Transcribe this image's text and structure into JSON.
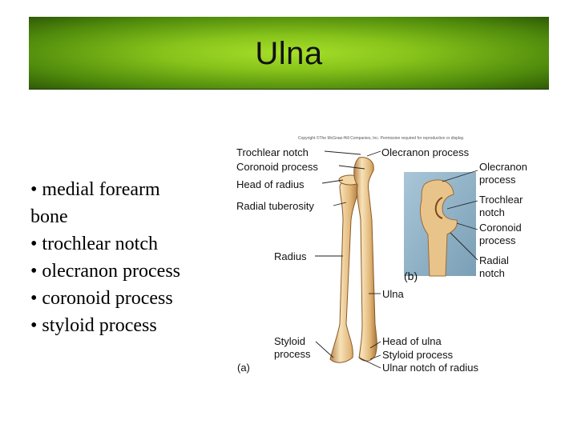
{
  "slide": {
    "title": "Ulna",
    "bullets": [
      "• medial forearm",
      "bone",
      "• trochlear notch",
      "• olecranon process",
      "• coronoid process",
      "• styloid process"
    ]
  },
  "figure": {
    "copyright": "Copyright ©The McGraw-Hill Companies, Inc. Permission required for reproduction or display.",
    "labels": {
      "trochlear_notch": "Trochlear notch",
      "coronoid_process": "Coronoid process",
      "head_of_radius": "Head of radius",
      "radial_tuberosity": "Radial tuberosity",
      "radius": "Radius",
      "styloid_process_left_1": "Styloid",
      "styloid_process_left_2": "process",
      "panel_a": "(a)",
      "olecranon_process_top": "Olecranon process",
      "olecranon_1": "Olecranon",
      "olecranon_2": "process",
      "trochlear_1": "Trochlear",
      "trochlear_2": "notch",
      "coronoid_1": "Coronoid",
      "coronoid_2": "process",
      "radial_notch_1": "Radial",
      "radial_notch_2": "notch",
      "panel_b": "(b)",
      "ulna": "Ulna",
      "head_of_ulna": "Head of ulna",
      "styloid_process_right": "Styloid process",
      "ulnar_notch": "Ulnar notch of radius"
    },
    "colors": {
      "bone_light": "#f4d9a8",
      "bone_mid": "#e2b779",
      "bone_dark": "#b9864a",
      "photo_bg": "#8fb3c9"
    }
  }
}
